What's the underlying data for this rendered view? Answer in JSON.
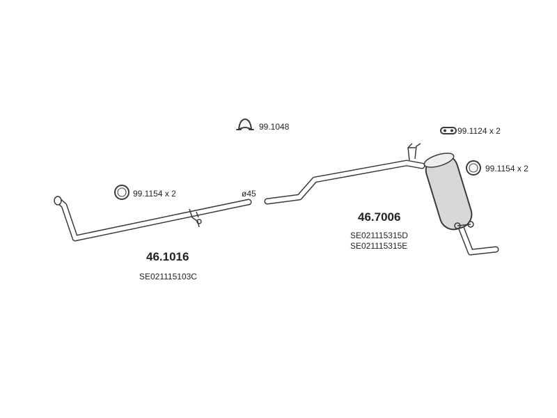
{
  "parts": {
    "front_pipe": {
      "number": "46.1016",
      "ref": "SE021115103C",
      "diameter": "ø45"
    },
    "rear_silencer": {
      "number": "46.7006",
      "refs": [
        "SE021115315D",
        "SE021115315E"
      ]
    }
  },
  "accessories": {
    "seal_front": "99.1154 x 2",
    "clamp": "99.1048",
    "mount": "99.1124 x 2",
    "seal_rear": "99.1154 x 2"
  },
  "colors": {
    "line": "#3a3a3a",
    "pipe_fill": "#ffffff",
    "muffler_fill": "#d8d8d8",
    "text": "#222222"
  }
}
